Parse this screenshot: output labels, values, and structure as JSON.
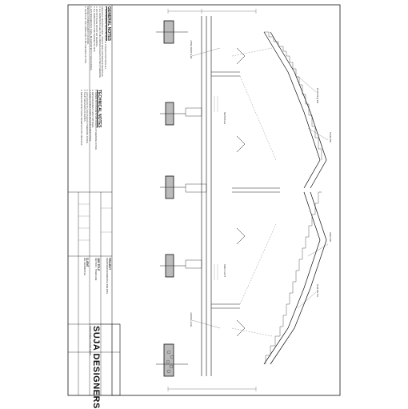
{
  "general_notes": {
    "title": "GENERAL NOTES",
    "lines": [
      "1. THIS DRAWING SHALL BE READ IN CONJUNCTION WITH ALL",
      "   RELEVANT ARCHITECTURAL, STRUCTURAL AND SERVICE DRAWINGS.",
      "2. ALL DIMENSIONS ARE IN MILLIMETRES UNLESS NOTED OTHERWISE.",
      "3. DO NOT SCALE FROM THIS DRAWING.",
      "4. ALL DIMENSIONS TO BE VERIFIED ON SITE.",
      "5. ANY DISCREPANCY SHALL BE REPORTED TO THE ENGINEER",
      "   BEFORE COMMENCEMENT OF WORK.",
      "6. LEVELS OF THE STAIRCASE TO BE CHECKED ON SITE."
    ]
  },
  "technical_notes": {
    "title": "TECHNICAL NOTES",
    "lines": [
      "1. GRADE OF CONCRETE M25 UNLESS OTHERWISE NOTED.",
      "2. REINFORCEMENT Fe500 TMT BARS.",
      "3. CLEAR COVER TO MAIN REINFORCEMENT 25mm.",
      "4. LAP LENGTH 50 x DIA UNLESS OTHERWISE NOTED.",
      "5. SLAB THICKNESS AS SHOWN.",
      "6. REFER ARCHITECTURAL DRAWINGS FOR OPENINGS."
    ]
  },
  "title_block": {
    "project_label": "PROJECT",
    "project_value": "PROPOSED RESIDENTIAL BUILDING",
    "job_title_label": "JOB TITLE",
    "job_title_value": "SECTION - STAIRCASE",
    "client_label": "CLIENT",
    "client_value": "MR. RESIDENTIAL",
    "firm_name": "SUJA DESIGNERS",
    "firm_tagline": "STRUCTURAL CONSULTANTS"
  },
  "drawing": {
    "left_annotations": [
      "UPPER WAIST SLAB",
      "SECTION A-A",
      "LANDING LEVEL",
      "STAIR FLIGHT"
    ],
    "right_annotations": [
      "16 STEPS @ 150",
      "TREAD 250",
      "RISER 150",
      "SLAB 150 THK"
    ]
  },
  "colors": {
    "ink": "#111111",
    "line": "#222222",
    "light": "#777777",
    "paper": "#ffffff"
  }
}
